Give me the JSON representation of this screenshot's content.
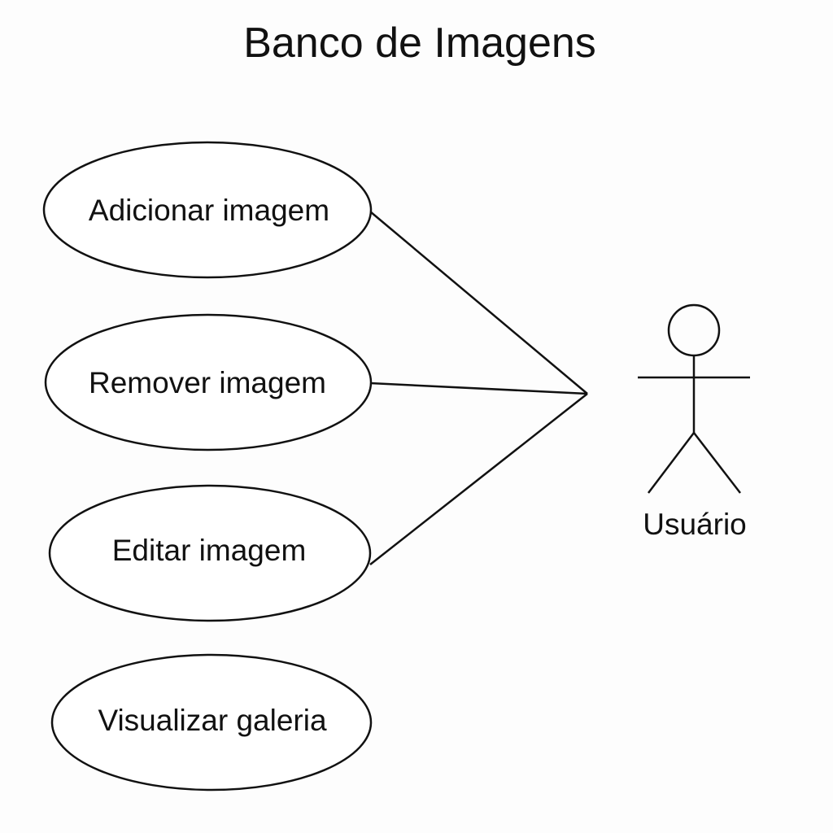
{
  "title": "Banco de Imagens",
  "use_cases": [
    {
      "label": "Adicionar imagem",
      "connected_to_actor": true
    },
    {
      "label": "Remover imagem",
      "connected_to_actor": true
    },
    {
      "label": "Editar imagem",
      "connected_to_actor": true
    },
    {
      "label": "Visualizar galeria",
      "connected_to_actor": false
    }
  ],
  "actor": {
    "label": "Usuário",
    "icon": "stick-figure-icon"
  },
  "colors": {
    "background": "#fdfdfd",
    "stroke": "#111111",
    "text": "#111111"
  }
}
